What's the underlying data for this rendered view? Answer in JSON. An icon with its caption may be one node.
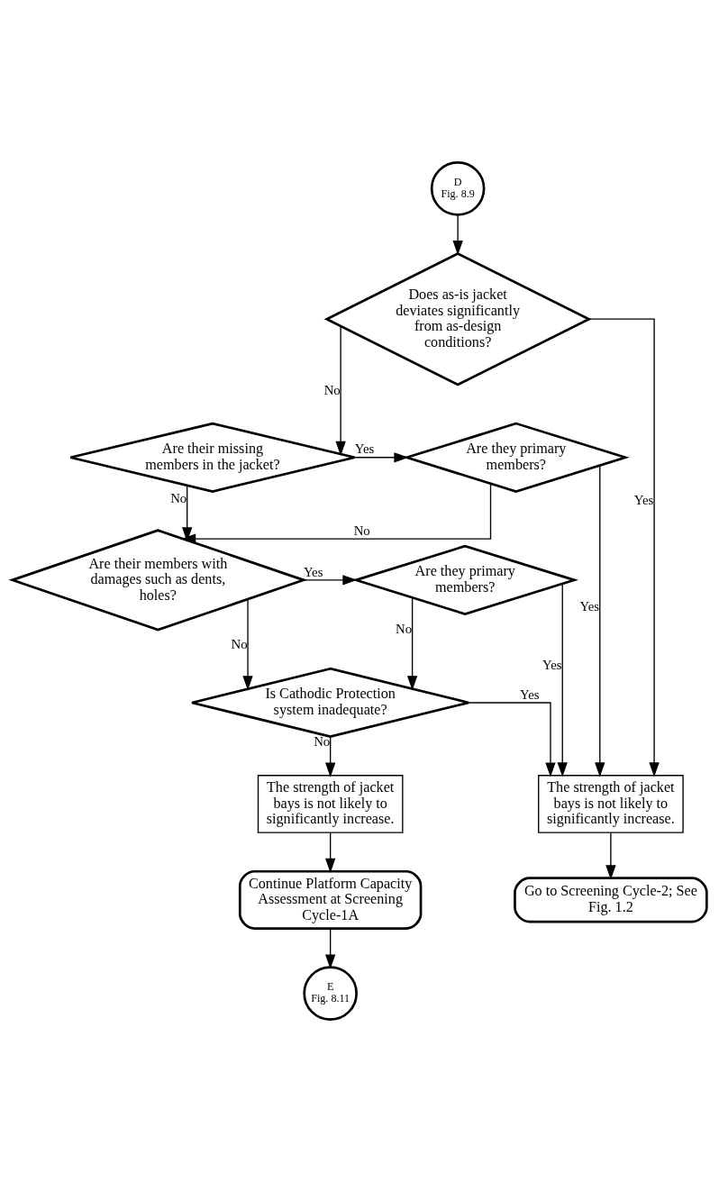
{
  "diagram": {
    "nodes": [
      {
        "text": [
          "D",
          "Fig. 8.9"
        ]
      },
      {
        "text": [
          "Does as-is jacket deviates significantly from as-design conditions?"
        ]
      },
      {
        "text": [
          "Are their missing members in the jacket?"
        ]
      },
      {
        "text": [
          "Are they primary members?"
        ]
      },
      {
        "text": [
          "Are their members with damages such as dents, holes?"
        ]
      },
      {
        "text": [
          "Are they primary members?"
        ]
      },
      {
        "text": [
          "Is Cathodic Protection system inadequate?"
        ]
      },
      {
        "text": [
          "The strength of jacket bays is not likely to significantly increase."
        ]
      },
      {
        "text": [
          "Continue Platform Capacity Assessment at Screening Cycle-1A"
        ]
      },
      {
        "text": [
          "E",
          "Fig. 8.11"
        ]
      },
      {
        "text": [
          "The strength of jacket bays is not likely to significantly increase."
        ]
      },
      {
        "text": [
          "Go to Screening Cycle-2; See Fig. 1.2"
        ]
      }
    ],
    "edges": [
      {
        "from": 0,
        "to": 1,
        "arrow": "to"
      },
      {
        "from": 1,
        "to": 10,
        "arrow": "to",
        "label": "Yes"
      },
      {
        "from": 1,
        "to": 2,
        "arrow": "to",
        "label": "No"
      },
      {
        "from": 2,
        "to": 3,
        "arrow": "to",
        "label": "Yes"
      },
      {
        "from": 3,
        "to": 10,
        "arrow": "to",
        "label": "Yes"
      },
      {
        "from": 3,
        "to": 4,
        "arrow": "to",
        "label": "No"
      },
      {
        "from": 2,
        "to": 4,
        "arrow": "to",
        "label": "No"
      },
      {
        "from": 4,
        "to": 5,
        "arrow": "to",
        "label": "Yes"
      },
      {
        "from": 5,
        "to": 10,
        "arrow": "to",
        "label": "Yes"
      },
      {
        "from": 5,
        "to": 6,
        "arrow": "to",
        "label": "No"
      },
      {
        "from": 4,
        "to": 6,
        "arrow": "to",
        "label": "No"
      },
      {
        "from": 6,
        "to": 10,
        "arrow": "to",
        "label": "Yes"
      },
      {
        "from": 6,
        "to": 7,
        "arrow": "to",
        "label": "No"
      },
      {
        "from": 7,
        "to": 8,
        "arrow": "to"
      },
      {
        "from": 8,
        "to": 9,
        "arrow": "to"
      },
      {
        "from": 10,
        "to": 11,
        "arrow": "to"
      }
    ]
  }
}
